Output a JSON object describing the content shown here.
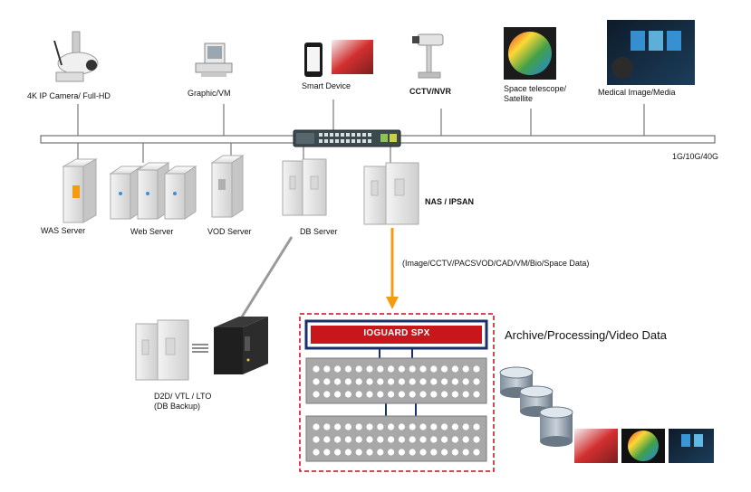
{
  "devices": {
    "camera": "4K IP Camera/ Full-HD",
    "graphic": "Graphic/VM",
    "smart": "Smart Device",
    "cctv": "CCTV/NVR",
    "space": "Space telescope/\nSatellite",
    "space_line1": "Space telescope/",
    "space_line2": "Satellite",
    "medical": "Medical Image/Media"
  },
  "network": {
    "speed": "1G/10G/40G"
  },
  "servers": {
    "was": "WAS Server",
    "web": "Web Server",
    "vod": "VOD Server",
    "db": "DB Server",
    "nas": "NAS / IPSAN"
  },
  "data_types": "(Image/CCTV/PACSVOD/CAD/VM/Bio/Space Data)",
  "backup": {
    "line1": "D2D/ VTL / LTO",
    "line2": "(DB Backup)"
  },
  "storage": {
    "product": "IOGUARD SPX",
    "archive_label": "Archive/Processing/Video Data"
  },
  "colors": {
    "accent_red": "#c8161d",
    "arrow_orange": "#f39c12",
    "dashed_border": "#d0021b",
    "navy": "#1b2f6b"
  }
}
